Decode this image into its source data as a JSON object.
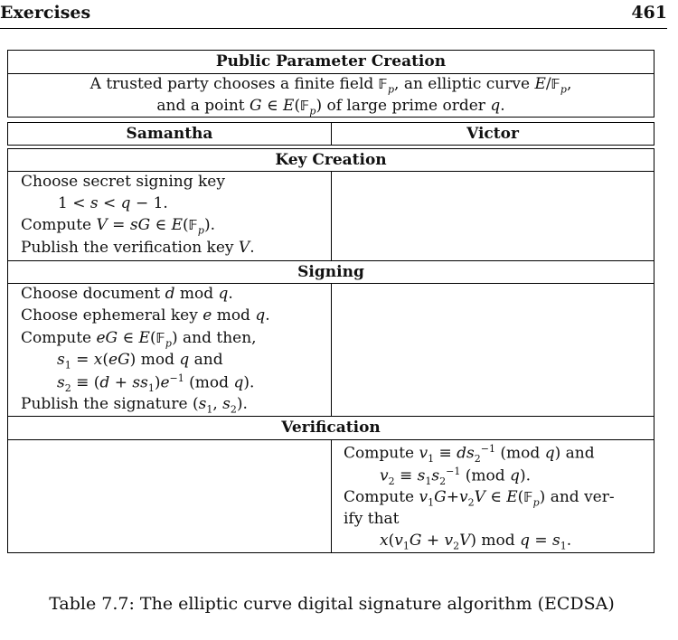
{
  "running_head": {
    "section": "Exercises",
    "page_number": "461"
  },
  "table": {
    "title": "Public Parameter Creation",
    "intro_line1": "A trusted party chooses a finite field 𝔽p, an elliptic curve E/𝔽p,",
    "intro_line2": "and a point G ∈ E(𝔽p) of large prime order q.",
    "col_left": "Samantha",
    "col_right": "Victor",
    "key_creation": {
      "title": "Key Creation",
      "left": [
        "Choose secret signing key",
        "1 < s < q − 1.",
        "Compute V = sG ∈ E(𝔽p).",
        "Publish the verification key V."
      ]
    },
    "signing": {
      "title": "Signing",
      "left": [
        "Choose document d mod q.",
        "Choose ephemeral key e mod q.",
        "Compute eG ∈ E(𝔽p) and then,",
        "s1 = x(eG) mod q and",
        "s2 ≡ (d + ss1)e−1 (mod q).",
        "Publish the signature (s1, s2)."
      ]
    },
    "verification": {
      "title": "Verification",
      "right": [
        "Compute v1 ≡ ds2−1 (mod q) and",
        "v2 ≡ s1s2−1 (mod q).",
        "Compute v1G+v2V ∈ E(𝔽p) and ver-",
        "ify that",
        "x(v1G + v2V) mod q = s1."
      ]
    }
  },
  "caption": "Table 7.7: The elliptic curve digital signature algorithm (ECDSA)"
}
